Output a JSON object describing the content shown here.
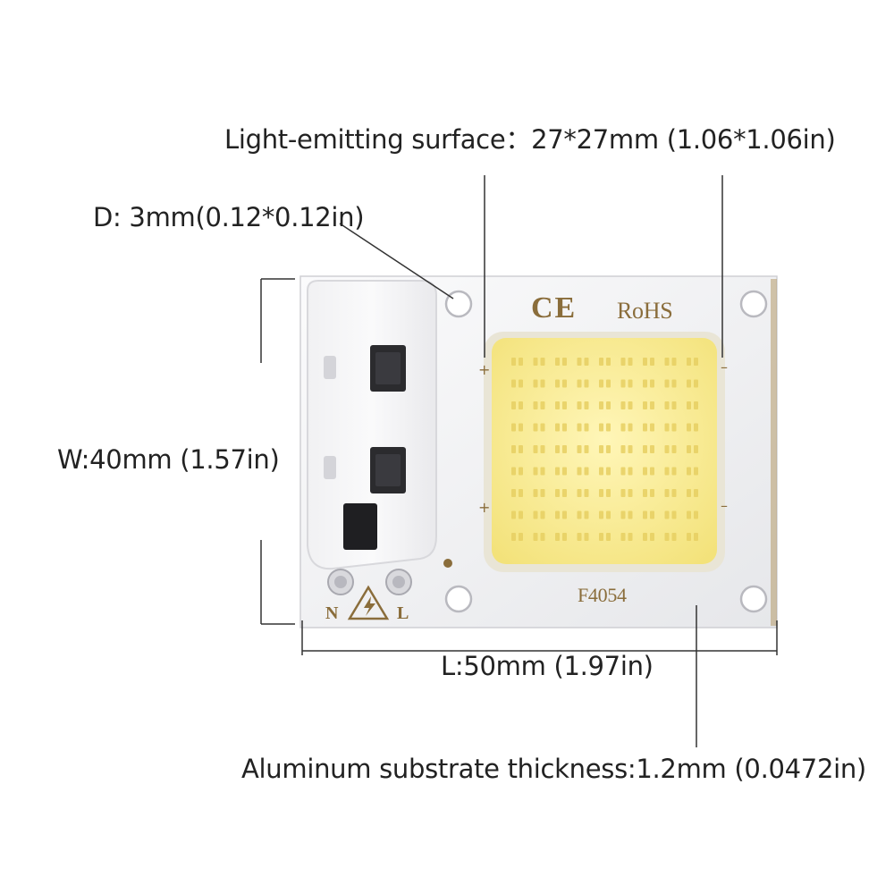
{
  "labels": {
    "light_surface": "Light-emitting surface：27*27mm  (1.06*1.06in)",
    "hole_diameter": "D: 3mm(0.12*0.12in)",
    "width": "W:40mm  (1.57in)",
    "length": "L:50mm (1.97in)",
    "thickness": "Aluminum substrate thickness:1.2mm (0.0472in)"
  },
  "board_markings": {
    "ce": "CE",
    "rohs": "RoHS",
    "model": "F4054",
    "neutral": "N",
    "live": "L",
    "plus": "+",
    "minus": "–"
  },
  "colors": {
    "led_surface": "#f7ec9a",
    "led_rim": "#e9e5d6",
    "board": "#f4f4f6",
    "chip": "#2b2b2e",
    "marking": "#8a6d3b",
    "dimension_line": "#333333"
  },
  "led_grid": {
    "rows": 9,
    "cols": 9
  }
}
